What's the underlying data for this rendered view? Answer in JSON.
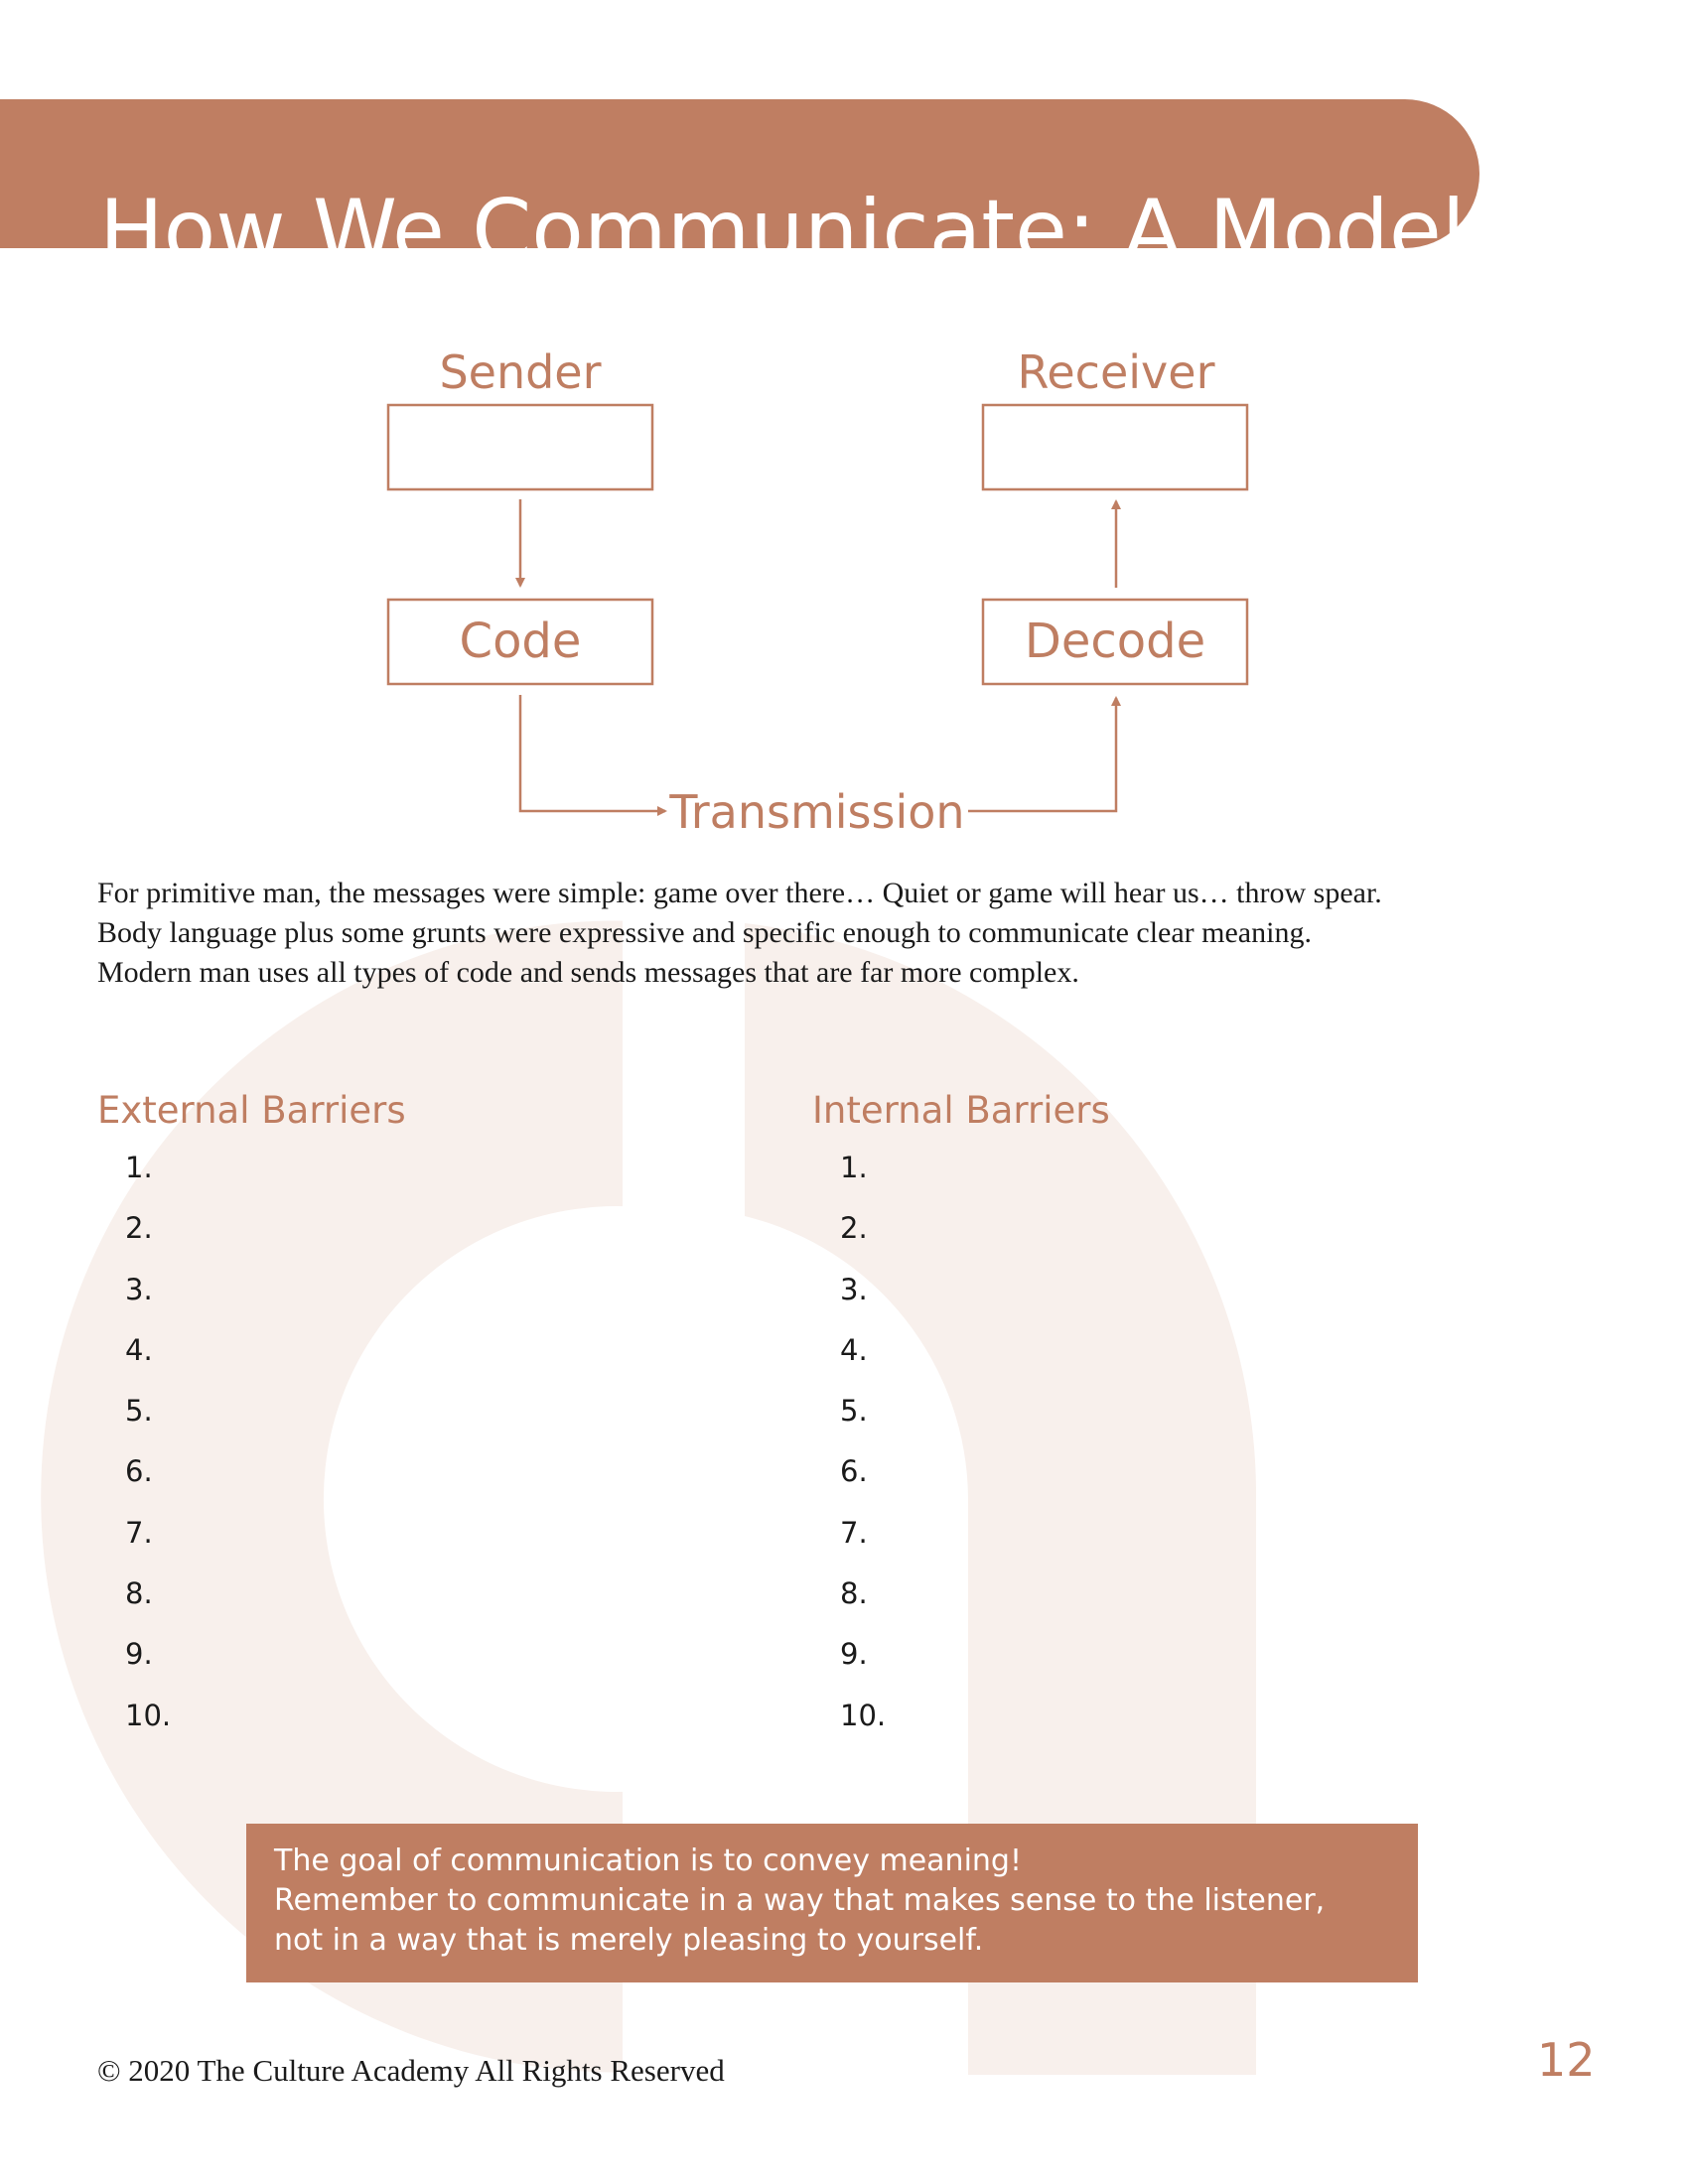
{
  "page": {
    "title": "How We Communicate: A Model",
    "number": "12"
  },
  "diagram": {
    "sender": "Sender",
    "receiver": "Receiver",
    "code": "Code",
    "decode": "Decode",
    "transmission": "Transmission"
  },
  "intro": {
    "lines": [
      "For primitive man, the messages were simple: game over there… Quiet or game will hear us… throw spear.",
      "Body language plus some grunts were expressive and specific enough to communicate clear meaning.",
      "Modern man uses all types of code and sends messages that are far more complex."
    ]
  },
  "barriers": {
    "external": {
      "heading": "External Barriers",
      "items": [
        "1.",
        "2.",
        "3.",
        "4.",
        "5.",
        "6.",
        "7.",
        "8.",
        "9.",
        "10."
      ]
    },
    "internal": {
      "heading": "Internal Barriers",
      "items": [
        "1.",
        "2.",
        "3.",
        "4.",
        "5.",
        "6.",
        "7.",
        "8.",
        "9.",
        "10."
      ]
    }
  },
  "callout": {
    "lines": [
      "The goal of communication is to convey meaning!",
      "Remember to communicate in a way that makes sense to the listener,",
      "not in a way that is merely pleasing to yourself."
    ]
  },
  "footer": {
    "copyright": "© 2020 The Culture Academy All Rights Reserved"
  },
  "colors": {
    "accent": "#bf7e62",
    "watermark": "#f8f0ec",
    "text": "#1a1a1a"
  },
  "watermark_logo": "letter-a-logo"
}
